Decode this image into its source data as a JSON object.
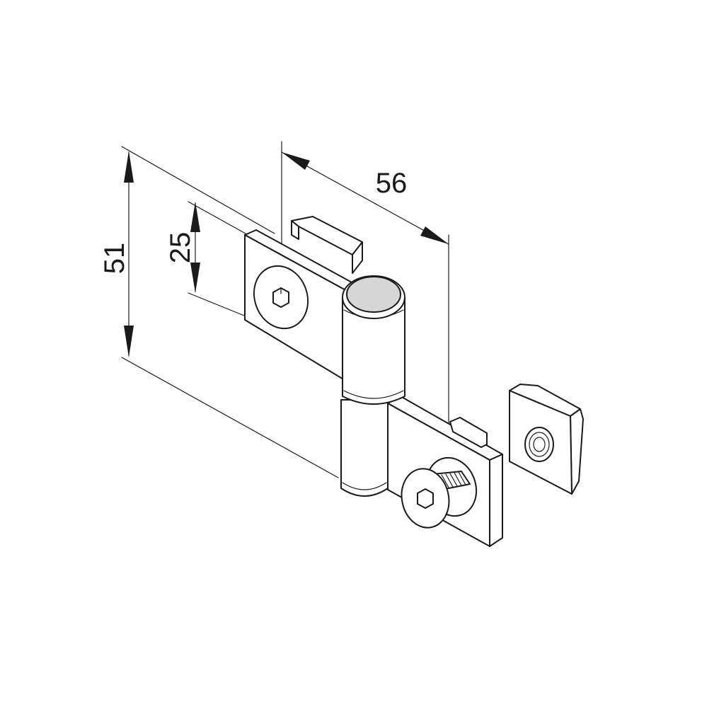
{
  "drawing": {
    "dimensions": {
      "height_overall": "51",
      "height_hole_spacing": "25",
      "width_overall": "56"
    },
    "colors": {
      "line": "#1a1a1a",
      "part_fill": "#ffffff",
      "pin_cap": "#d6d6d6",
      "background": "#ffffff"
    }
  }
}
